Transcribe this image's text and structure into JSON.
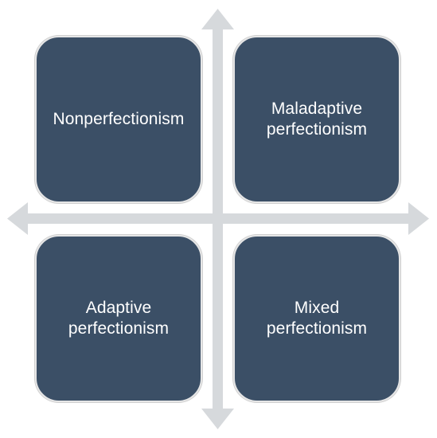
{
  "quadrants": {
    "top_left": {
      "label": "Nonperfectionism"
    },
    "top_right": {
      "label": "Maladaptive perfectionism"
    },
    "bottom_left": {
      "label": "Adaptive perfectionism"
    },
    "bottom_right": {
      "label": "Mixed perfectionism"
    }
  },
  "colors": {
    "quadrant_fill": "#3b4f66",
    "axis": "#d6d9dc",
    "text": "#ffffff"
  }
}
